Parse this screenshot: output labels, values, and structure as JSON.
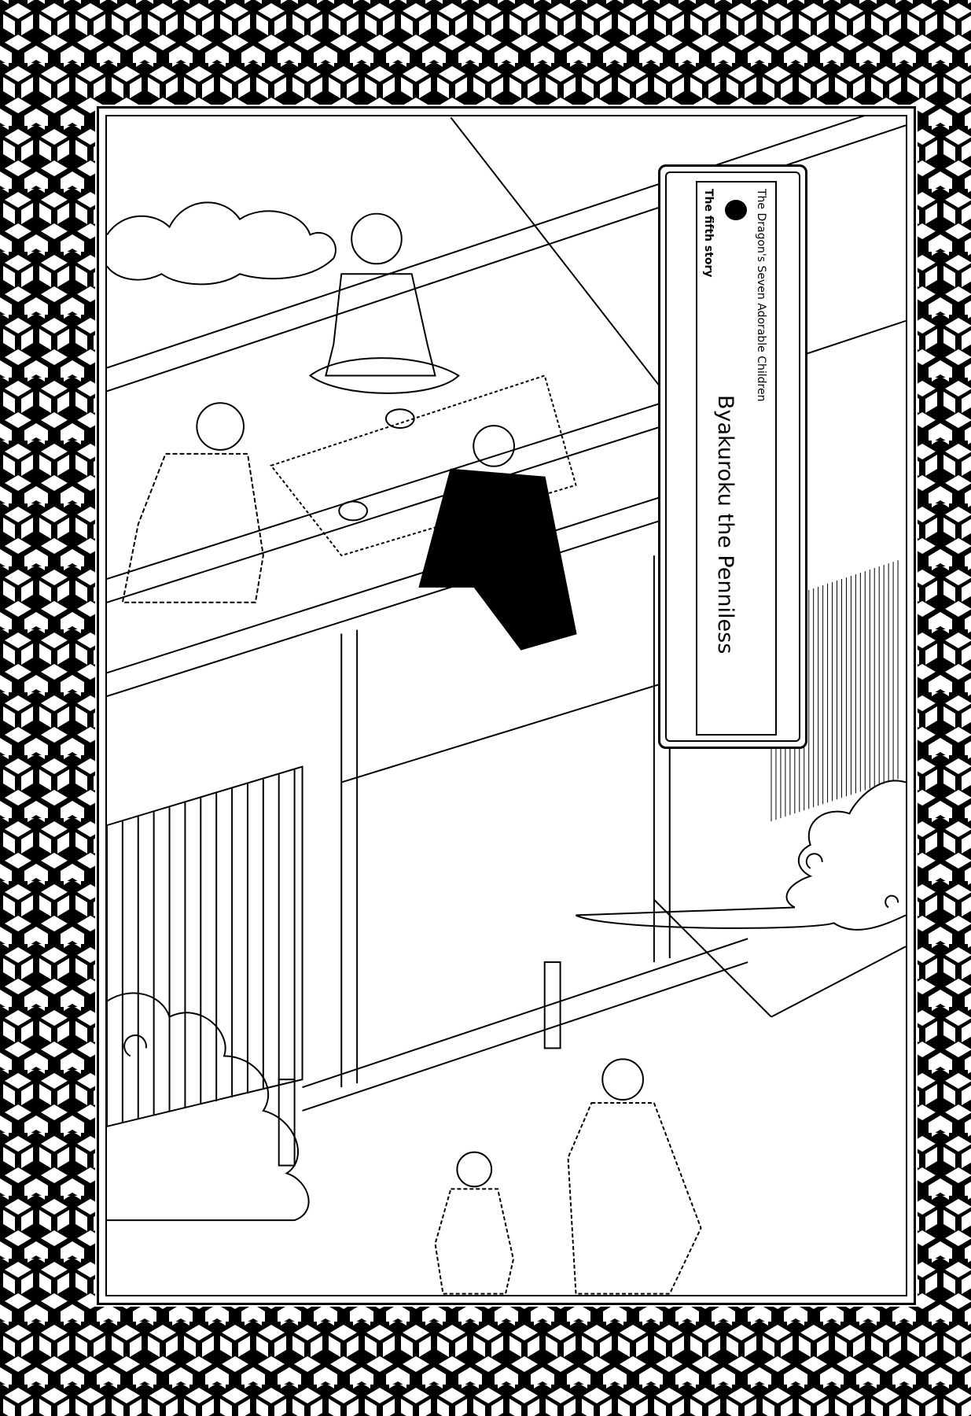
{
  "title_plate": {
    "series": "The Dragon's Seven Adorable Children",
    "story_number": "The fifth story",
    "story_title": "Byakuroku the Penniless"
  },
  "colors": {
    "ink": "#000000",
    "paper": "#ffffff"
  }
}
